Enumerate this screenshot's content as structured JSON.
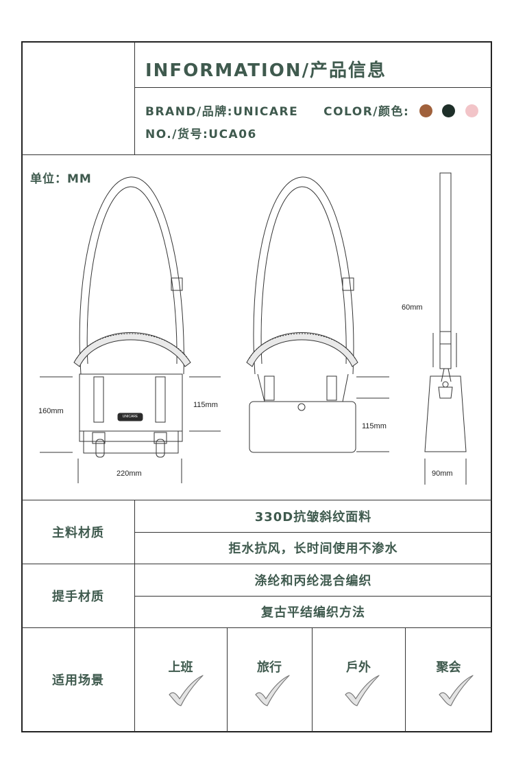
{
  "info": {
    "title": "INFORMATION/产品信息",
    "brand_label": "BRAND/品牌:",
    "brand_value": "UNICARE",
    "color_label": "COLOR/颜色:",
    "colors": [
      "#a0613c",
      "#1e2f29",
      "#f2c4c8"
    ],
    "no_label": "NO./货号:",
    "no_value": "UCA06"
  },
  "diagram": {
    "unit": "单位：MM",
    "logo_text": "UNICARE",
    "dims": {
      "front_height": "160mm",
      "front_flap": "115mm",
      "front_width": "220mm",
      "back_height": "115mm",
      "strap": "60mm",
      "side_width": "90mm"
    }
  },
  "materials": [
    {
      "label": "主料材质",
      "lines": [
        "330D抗皱斜纹面料",
        "拒水抗风，长时间使用不渗水"
      ]
    },
    {
      "label": "提手材质",
      "lines": [
        "涤纶和丙纶混合编织",
        "复古平结编织方法"
      ]
    }
  ],
  "scenes": {
    "label": "适用场景",
    "items": [
      "上班",
      "旅行",
      "戶外",
      "聚会"
    ]
  }
}
